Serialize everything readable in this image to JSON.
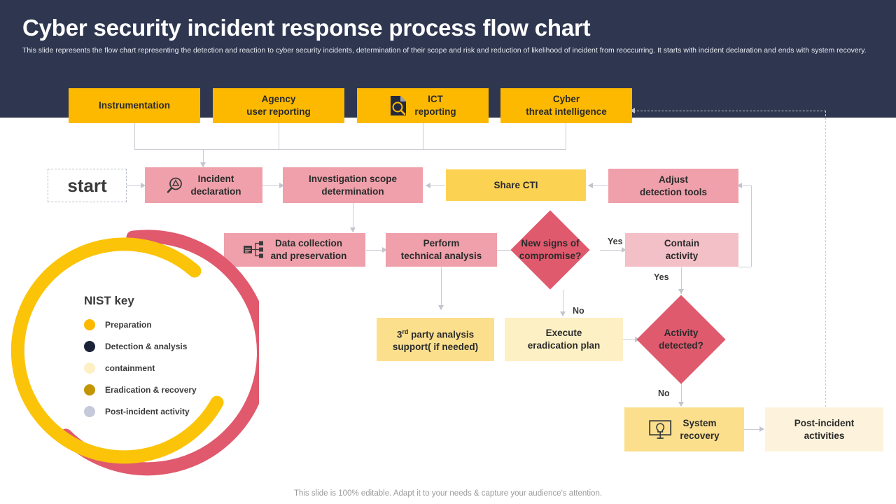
{
  "header": {
    "title": "Cyber security incident response process flow chart",
    "subtitle": "This slide represents the flow chart representing the detection and reaction to cyber security incidents, determination of their scope and risk and reduction of likelihood of incident from reoccurring. It starts with incident declaration and ends with system recovery.",
    "bg_color": "#2f3750"
  },
  "start": {
    "label": "start"
  },
  "sources": [
    {
      "label": "Instrumentation",
      "icon": "",
      "color": "#fcb900"
    },
    {
      "label": "Agency\nuser reporting",
      "line1": "Agency",
      "line2": "user reporting",
      "color": "#fcb900"
    },
    {
      "label": "ICT\nreporting",
      "line1": "ICT",
      "line2": "reporting",
      "icon": "document-search-icon",
      "color": "#fcb900"
    },
    {
      "label": "Cyber\nthreat intelligence",
      "line1": "Cyber",
      "line2": "threat intelligence",
      "color": "#fcb900"
    }
  ],
  "nodes": {
    "incident_declaration": {
      "line1": "Incident",
      "line2": "declaration",
      "icon": "magnifier-alert-icon",
      "color": "#efa0ab"
    },
    "investigation_scope": {
      "line1": "Investigation scope",
      "line2": "determination",
      "color": "#efa0ab"
    },
    "share_cti": {
      "line1": "Share CTI",
      "color": "#fcd253"
    },
    "adjust_detection": {
      "line1": "Adjust",
      "line2": "detection tools",
      "color": "#efa0ab"
    },
    "data_collection": {
      "line1": "Data collection",
      "line2": "and preservation",
      "icon": "server-network-icon",
      "color": "#efa0ab"
    },
    "technical_analysis": {
      "line1": "Perform",
      "line2": "technical analysis",
      "color": "#efa0ab"
    },
    "new_signs": {
      "line1": "New signs of",
      "line2": "compromise?",
      "color": "#e05a6e"
    },
    "contain_activity": {
      "line1": "Contain",
      "line2": "activity",
      "color": "#f4c0c7"
    },
    "third_party": {
      "line1": "3rd party analysis",
      "line1_num": "3",
      "line1_sup": "rd",
      "line1_rest": " party analysis",
      "line2": "support( if needed)",
      "color": "#fcdf8d"
    },
    "eradication_plan": {
      "line1": "Execute",
      "line2": "eradication plan",
      "color": "#fdf0c4"
    },
    "activity_detected": {
      "line1": "Activity",
      "line2": "detected?",
      "color": "#e05a6e"
    },
    "system_recovery": {
      "line1": "System",
      "line2": "recovery",
      "icon": "monitor-bulb-icon",
      "color": "#fcdf8d"
    },
    "post_incident": {
      "line1": "Post-incident",
      "line2": "activities",
      "color": "#fdf3dc"
    }
  },
  "edge_labels": {
    "yes_compromise": "Yes",
    "no_compromise": "No",
    "yes_contain": "Yes",
    "no_detected": "No"
  },
  "legend": {
    "title": "NIST key",
    "items": [
      {
        "label": "Preparation",
        "color": "#fcb900"
      },
      {
        "label": "Detection & analysis",
        "color": "#1c2339"
      },
      {
        "label": "containment",
        "color": "#fdf0c4"
      },
      {
        "label": "Eradication & recovery",
        "color": "#c39503"
      },
      {
        "label": "Post-incident activity",
        "color": "#c6c9da"
      }
    ],
    "ring_outer_color": "#e0596d",
    "ring_inner_color": "#fbc409"
  },
  "footer": {
    "text": "This slide is 100% editable. Adapt it to your needs & capture your audience's attention."
  }
}
